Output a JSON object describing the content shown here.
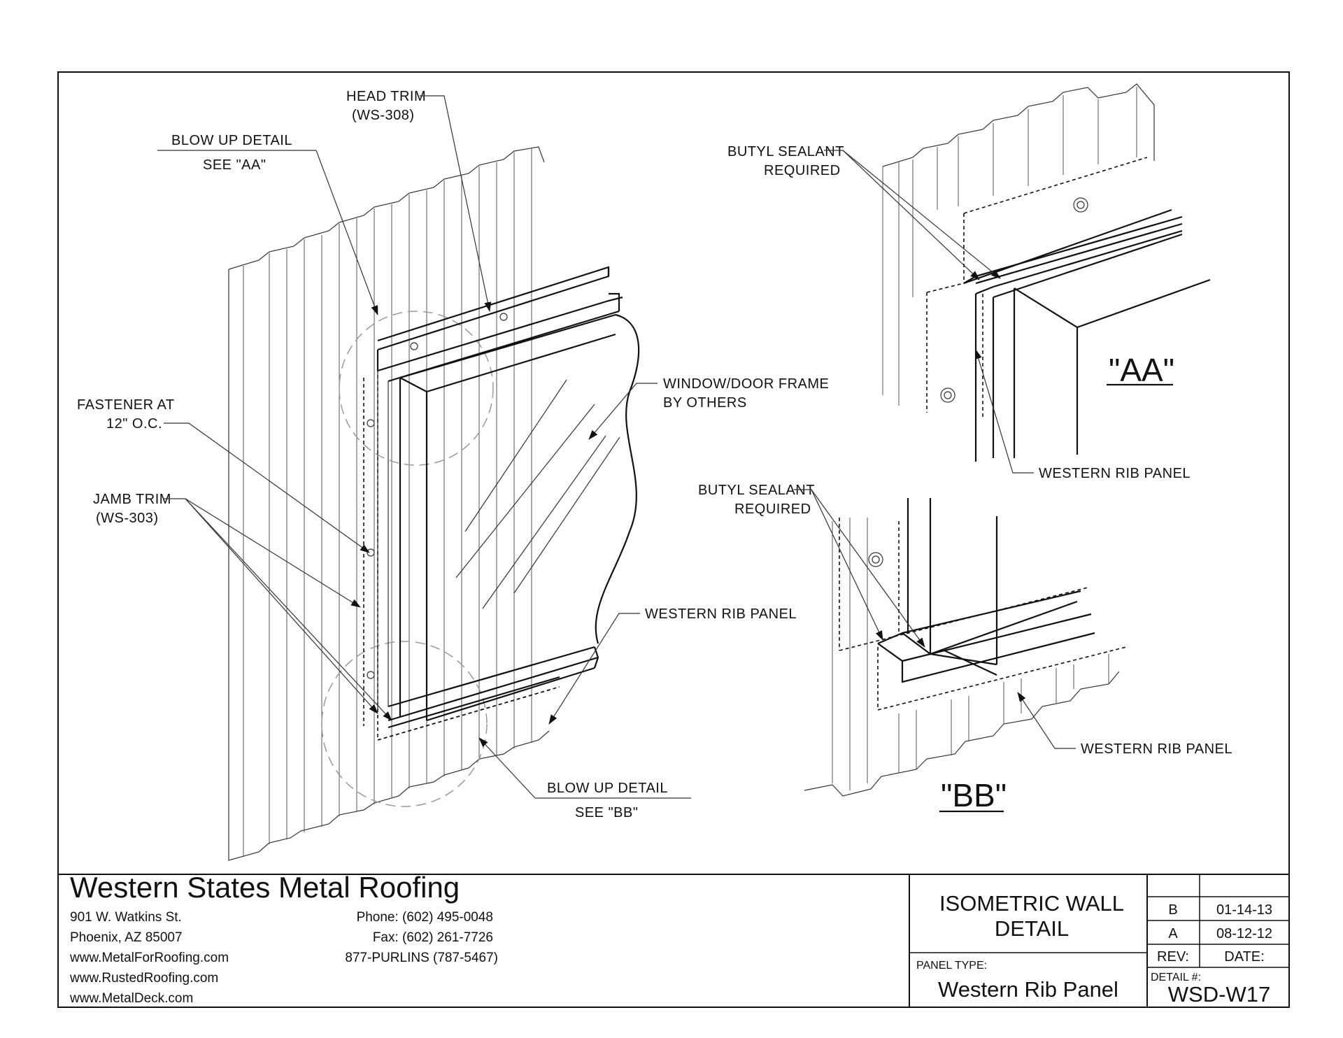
{
  "callouts": {
    "head_trim_line1": "HEAD TRIM",
    "head_trim_line2": "(WS-308)",
    "blowup_aa_line1": "BLOW UP DETAIL",
    "blowup_aa_line2": "SEE \"AA\"",
    "fastener_line1": "FASTENER AT",
    "fastener_line2": "12\" O.C.",
    "jamb_trim_line1": "JAMB TRIM",
    "jamb_trim_line2": "(WS-303)",
    "window_frame_line1": "WINDOW/DOOR FRAME",
    "window_frame_line2": "BY OTHERS",
    "western_rib_main": "WESTERN RIB PANEL",
    "blowup_bb_line1": "BLOW UP DETAIL",
    "blowup_bb_line2": "SEE \"BB\"",
    "butyl_aa_line1": "BUTYL SEALANT",
    "butyl_aa_line2": "REQUIRED",
    "western_rib_aa": "WESTERN RIB PANEL",
    "label_aa": "\"AA\"",
    "butyl_bb_line1": "BUTYL SEALANT",
    "butyl_bb_line2": "REQUIRED",
    "western_rib_bb": "WESTERN RIB PANEL",
    "label_bb": "\"BB\""
  },
  "title_block": {
    "company": "Western States Metal Roofing",
    "address_line1": "901 W. Watkins St.",
    "address_line2": "Phoenix, AZ 85007",
    "website1": "www.MetalForRoofing.com",
    "website2": "www.RustedRoofing.com",
    "website3": "www.MetalDeck.com",
    "phone": "Phone: (602) 495-0048",
    "fax": "Fax: (602) 261-7726",
    "tollfree": "877-PURLINS (787-5467)",
    "drawing_title_line1": "ISOMETRIC WALL",
    "drawing_title_line2": "DETAIL",
    "panel_type_label": "PANEL TYPE:",
    "panel_type_value": "Western Rib Panel",
    "revisions": [
      {
        "rev": "B",
        "date": "01-14-13"
      },
      {
        "rev": "A",
        "date": "08-12-12"
      }
    ],
    "rev_header": "REV:",
    "date_header": "DATE:",
    "detail_label": "DETAIL #:",
    "detail_number": "WSD-W17"
  },
  "colors": {
    "ink": "#111111",
    "paper": "#ffffff"
  }
}
